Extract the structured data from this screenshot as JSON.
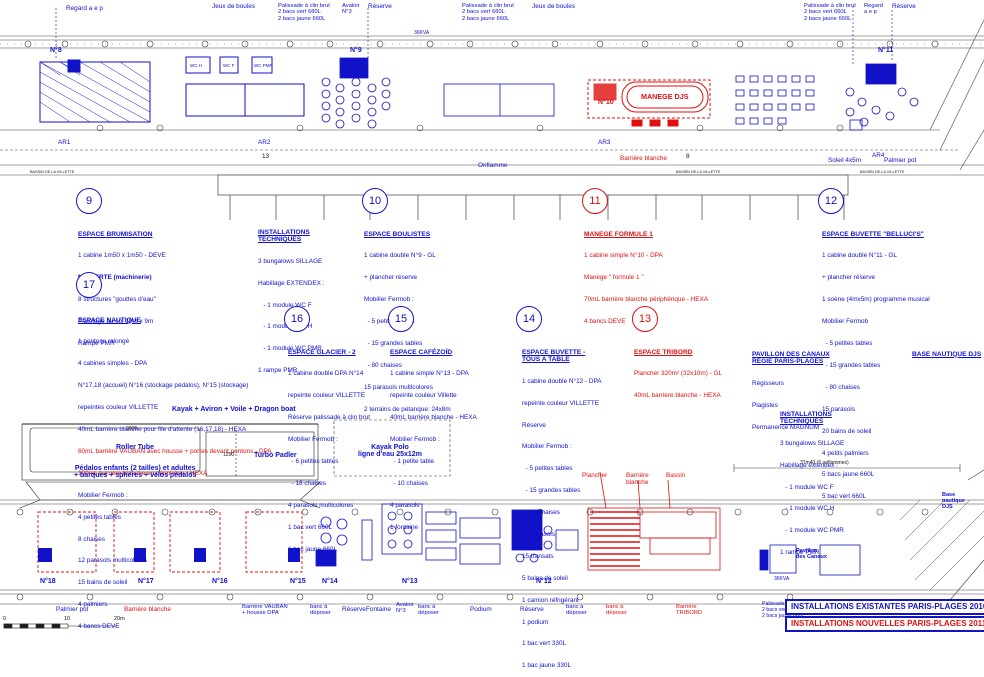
{
  "top_labels": {
    "regard_left": "Regard a e p",
    "jeux_boules_1": "Jeux de boules",
    "palissade_1": "Palissade à clin brut\n2 bacs vert 660L\n2 bacs jaune 660L",
    "avaloir": "Avaloir\nN°3",
    "reserve_1": "Réserve",
    "armoire": "36KVA",
    "palissade_2": "Palissade à clin brut\n2 bacs vert 660L\n2 bacs jaune 660L",
    "jeux_boules_2": "Jeux de boules",
    "palissade_3": "Palissade à clin brut\n2 bacs vert 660L\n2 bacs jaune 660L",
    "regard_right": "Regard\na e p",
    "reserve_2": "Réserve"
  },
  "zone_labels": {
    "n8": "N°8",
    "n9": "N°9",
    "n10": "N°10",
    "n11": "N°11",
    "manege": "MANEGE DJS",
    "wc1": "WC H",
    "wc2": "WC F",
    "wc3": "WC PMR"
  },
  "mid_labels": {
    "bassin_left": "BASSIN DE LA VILLETTE",
    "bassin_center": "BASSIN DE LA VILLETTE",
    "bassin_right": "BASSIN DE LA VILLETTE",
    "oriflamme": "Oriflamme",
    "barriere_blanche": "Barrière blanche",
    "soleil": "Soleil 4x5m",
    "palmier": "Palmier pot",
    "ar1": "AR1",
    "ar2": "AR2",
    "ar3": "AR3",
    "ar4": "AR4",
    "num_13": "13",
    "num_8": "8"
  },
  "sections": {
    "s9": {
      "num": "9",
      "title": "ESPACE BRUMISATION",
      "lines": [
        "1 cabine 1m50 x 1m50 - DEVE",
        "N°8 VERTE (machinerie)",
        "8 structures \"gouttes d'eau\"",
        "Platelage au sol 19m x 9m",
        "Rampe PMR"
      ]
    },
    "inst1": {
      "title": "INSTALLATIONS\nTECHNIQUES",
      "lines": [
        "3 bungalows SILLAGE",
        "Habillage EXTENDEX :",
        "   - 1 module WC F",
        "   - 1 module WC H",
        "   - 1 module WC PMR",
        "1 rampe PMR"
      ]
    },
    "s10": {
      "num": "10",
      "title": "ESPACE BOULISTES",
      "lines": [
        "1 cabine double N°9 - GL",
        "+ plancher réserve",
        "Mobilier Fermob :",
        "  - 5 petites tables",
        "  - 15 grandes tables",
        "  - 80 chaises",
        "15 parasols multicolores",
        "2 terrains de pétanque: 24x8m"
      ]
    },
    "s11": {
      "num": "11",
      "title": "MANEGE FORMULE 1",
      "lines": [
        "1 cabine simple N°10 - DPA",
        "Manège \" formule 1 \"",
        "70mL barrière blanche périphérique - HEXA",
        "4 bancs DEVE"
      ]
    },
    "s12": {
      "num": "12",
      "title": "ESPACE BUVETTE \"BELLUCI'S\"",
      "lines": [
        "1 cabine double N°11 - GL",
        "+ plancher réserve",
        "1 soène (4mx5m) programme musical",
        "Mobilier Fermob",
        "  - 5 petites tables",
        "  - 15 grandes tables",
        "  - 80 chaises",
        "15 parasols",
        "20 bains de soleil",
        "4 petits palmiers",
        "5 bacs jaune 660L",
        "5 bac vert 660L"
      ]
    },
    "s17": {
      "num": "17",
      "title": "ESPACE NAUTIQUE",
      "lines": [
        "1 pontons ralongé",
        "4 cabines simples - DPA",
        "N°17,18 (accueil) N°16 (stockage pédalos), N°15 (stockage)",
        "repeintes couleur VILLETTE",
        "40mL barrière blanche pour file d'attente (16,17,18) - HEXA"
      ],
      "red_lines": [
        "60mL barrière VAUBAN avec housse + portes devant pontons - DPA",
        "100mL barrière blanche en périphérie - HEXA"
      ],
      "lines2": [
        "Mobilier Fermob :",
        "4 petites tables",
        "8 chaises",
        "12 parasols multicolores",
        "15 bains de soleil",
        "4 palmiers",
        "4 bancs DEVE"
      ]
    },
    "s16": {
      "num": "16",
      "title": "ESPACE GLACIER - 2",
      "lines": [
        "1 cabine double DPA N°14",
        "repeinte couleur VILLETTE",
        "Réserve palissade à clin brut",
        "Mobilier Fermob :",
        "  - 6 petites tables",
        "  - 18 chaises",
        "4 parasols multicolores",
        "1 bac vert 660L",
        "1 bac jaune 660L"
      ]
    },
    "s15": {
      "num": "15",
      "title": "ESPACE CAFÉZOÏD",
      "lines": [
        "1 cabine simple N°13 - DPA",
        "repeinte couleur Villette",
        "40mL barrière blanche - HEXA",
        "Mobilier Fermob :",
        "  - 1 petite table",
        "  - 10 chaises",
        "4 parasols",
        "1 fontaine"
      ]
    },
    "s14": {
      "num": "14",
      "title": "ESPACE BUVETTE -\nTOUS A TABLE",
      "lines": [
        "1 cabine double N°12 - DPA",
        "repeinte couleur VILLETTE",
        "Réserve",
        "Mobilier Fermob :",
        "  - 5 petites tables",
        "  - 15 grandes tables",
        "  - 80 chaises",
        "22 parasols",
        "15 transats",
        "5 bains de soleil",
        "1 camion réfrigérant",
        "1 podium",
        "1 bac vert 330L",
        "1 bac jaune 330L"
      ]
    },
    "s13": {
      "num": "13",
      "title": "ESPACE TRIBORD",
      "lines": [
        "Plancher 320m² (32x10m) - GL",
        "40mL barrière blanche - HEXA"
      ]
    },
    "pavillon": {
      "title": "PAVILLON DES CANAUX\nRÉGIE PARIS-PLAGES",
      "lines": [
        "Régisseurs",
        "Plagistes",
        "Permanence MAGNUM"
      ]
    },
    "base_nautique": {
      "title": "BASE NAUTIQUE DJS"
    },
    "inst2": {
      "title": "INSTALLATIONS\nTECHNIQUES",
      "lines": [
        "3 bungalows SILLAGE",
        "Habillage extendex :",
        "   - 1 module WC F",
        "   - 1 module WC H",
        "   - 1 module WC PMR",
        "1 rampe PMR"
      ]
    }
  },
  "water_labels": {
    "kayak_header": "Kayak + Aviron + Voile + Dragon boat",
    "roller": "Roller Tube",
    "turbo": "Turbo Padler",
    "kayak_polo": "Kayak Polo\nligne d'eau 25x12m",
    "pedalos": "Pédalos enfants (2 tailles) et adultes\n+ barques + sphères + vélos pédalos",
    "dim_2000": "2000",
    "dim_1250": "1250",
    "oriflammes": "37m40 (6 oriflammes)"
  },
  "bottom_labels": {
    "n18": "N°18",
    "n17": "N°17",
    "n16": "N°16",
    "n15": "N°15",
    "n14": "N°14",
    "n13": "N°13",
    "n12": "N°12",
    "plancher": "Plancher",
    "barriere_blanche_b": "Barrière\nblanche",
    "bassin": "Bassin",
    "palmier_pot": "Palmier pot",
    "barriere_blanche_c": "Barrière blanche",
    "vauban": "Barrière VAUBAN\n+ housse DPA",
    "banc": "banc à\ndéposer",
    "reserve": "Réserve",
    "fontaine": "Fontaine",
    "avaloir": "Avaloir\nN°3",
    "banc2": "banc à\ndéposer",
    "podium": "Podium",
    "reserve2": "Réserve",
    "banc3": "banc à\ndéposer",
    "banc4": "banc à\ndéposer",
    "barriere_tribord": "Barrière\nTRIBORD",
    "palissade": "Palissade à clin brut\n2 bacs vert 660L\n2 bacs jaune 660L",
    "pavillon": "Pavillon\ndes Canaux",
    "base_nautique": "Base\nnautique\nDJS",
    "scale_0": "0",
    "scale_10": "10",
    "scale_20": "20m",
    "kva": "36KVA"
  },
  "legend": {
    "existing": "INSTALLATIONS EXISTANTES PARIS-PLAGES 2010",
    "new": "INSTALLATIONS NOUVELLES PARIS-PLAGES 2011"
  },
  "colors": {
    "existing": "#1212c8",
    "new": "#e01010"
  }
}
